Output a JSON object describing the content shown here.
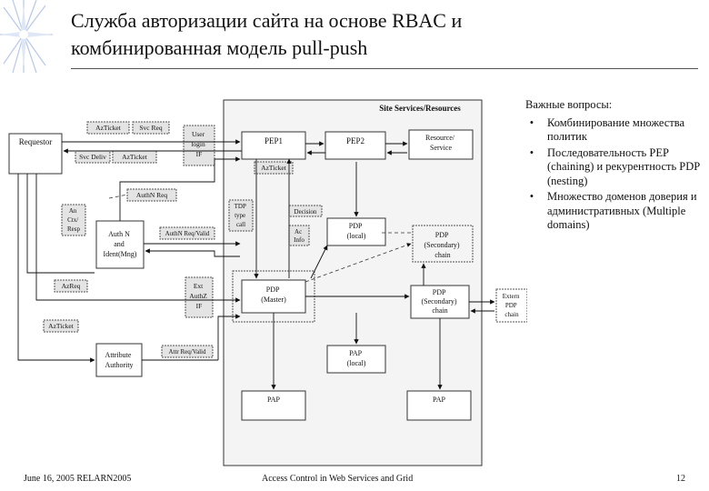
{
  "slide": {
    "title": "Служба авторизации сайта на основе RBAC и комбинированная модель pull-push",
    "notes": {
      "heading": "Важные вопросы:",
      "items": [
        "Комбинирование множества политик",
        "Последовательность PEP (chaining) и рекурентность PDP (nesting)",
        "Множество доменов доверия и административных (Multiple domains)"
      ]
    },
    "footer": {
      "date": "June 16, 2005 RELARN2005",
      "center": "Access Control in Web Services and Grid",
      "page": "12"
    }
  },
  "diagram": {
    "site": "Site Services/Resources",
    "requestor": "Requestor",
    "az_ticket": "AzTicket",
    "svc_req": "Svc Req",
    "svc_deliv": "Svc Deliv",
    "az_ticket2": "AzTicket",
    "user_login": [
      "User",
      "login",
      "IF"
    ],
    "pep1": "PEP1",
    "pep2": "PEP2",
    "resource": [
      "Resource/",
      "Service"
    ],
    "az_ticket3": "AzTicket",
    "authn_req": "AuthN Req",
    "an_resp": [
      "An",
      "Ctx/",
      "Resp"
    ],
    "authn": [
      "Auth N",
      "and",
      "Ident(Mng)"
    ],
    "authn_req_valid": "AuthN Req/Valid",
    "tdp": [
      "TDP",
      "type",
      "call"
    ],
    "decision": "Decision",
    "ac_info": [
      "Ac",
      "Info"
    ],
    "pdp_local": [
      "PDP",
      "(local)"
    ],
    "pdp_secondary": [
      "PDP",
      "(Secondary)",
      "chain"
    ],
    "azreq": "AzReq",
    "ext_authz": [
      "Ext",
      "AuthZ",
      "IF"
    ],
    "pdp_master": [
      "PDP",
      "(Master)"
    ],
    "pdp_secondary2": [
      "PDP",
      "(Secondary)",
      "chain"
    ],
    "extern_pdp": [
      "Extern",
      "PDP",
      "chain"
    ],
    "az_ticket4": "AzTicket",
    "attr_auth": [
      "Attribute",
      "Authority"
    ],
    "attr_req_valid": "Attr Req/Valid",
    "pap_local": [
      "PAP",
      "(local)"
    ],
    "pap1": "PAP",
    "pap2": "PAP"
  }
}
